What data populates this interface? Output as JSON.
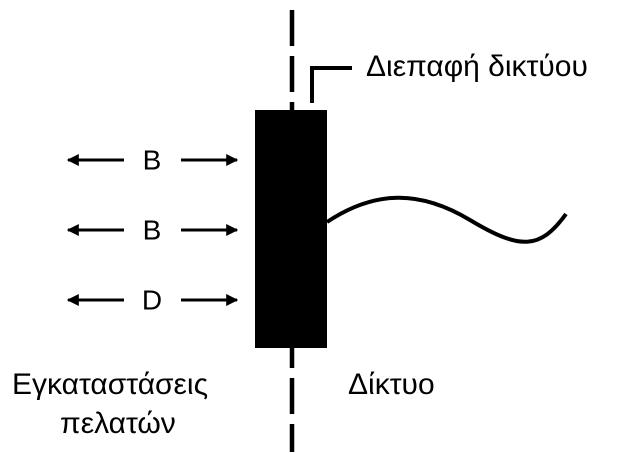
{
  "labels": {
    "interface": "Διεπαφή δικτύου",
    "customer_line1": "Εγκαταστάσεις",
    "customer_line2": "πελατών",
    "network": "Δίκτυο"
  },
  "channels": [
    "B",
    "B",
    "D"
  ],
  "colors": {
    "ink": "#000000",
    "background": "#ffffff"
  }
}
